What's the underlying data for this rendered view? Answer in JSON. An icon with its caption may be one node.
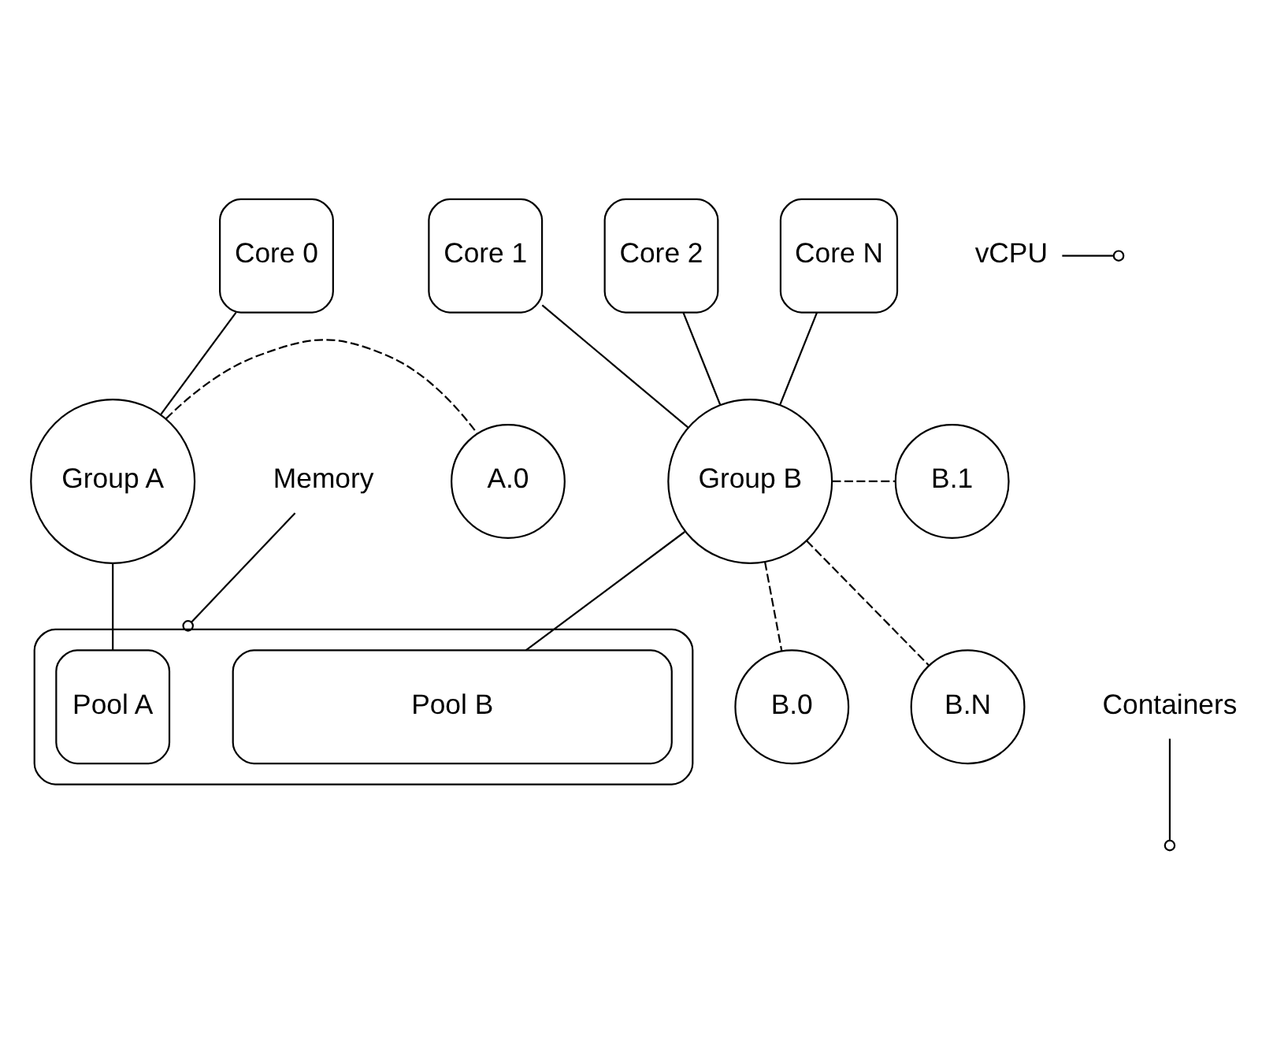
{
  "diagram": {
    "nodes": [
      {
        "text": [
          "Core 0"
        ]
      },
      {
        "text": [
          "Core 1"
        ]
      },
      {
        "text": [
          "Core 2"
        ]
      },
      {
        "text": [
          "Core N"
        ]
      },
      {
        "text": [
          "vCPU"
        ]
      },
      {
        "text": [
          "Group A"
        ]
      },
      {
        "text": [
          "A.0"
        ]
      },
      {
        "text": [
          "Group B"
        ]
      },
      {
        "text": [
          "B.1"
        ]
      },
      {
        "text": [
          "B.0"
        ]
      },
      {
        "text": [
          "B.N"
        ]
      },
      {
        "text": [
          "Containers"
        ]
      },
      {
        "text": [],
        "shape": "box"
      },
      {
        "text": [
          "Pool A"
        ],
        "in": 12
      },
      {
        "text": [
          "Pool B"
        ],
        "in": 12
      },
      {
        "text": [
          "Memory"
        ]
      }
    ],
    "edges": [
      {
        "from": 0,
        "to": 5,
        "arrow": "none"
      },
      {
        "from": 1,
        "to": 7,
        "arrow": "none"
      },
      {
        "from": 2,
        "to": 7,
        "arrow": "none"
      },
      {
        "from": 3,
        "to": 7,
        "arrow": "none"
      },
      {
        "from": 5,
        "to": 6,
        "arrow": "none",
        "style": "dashed"
      },
      {
        "from": 7,
        "to": 8,
        "arrow": "none",
        "style": "dashed"
      },
      {
        "from": 7,
        "to": 10,
        "arrow": "none",
        "style": "dashed"
      },
      {
        "from": 7,
        "to": 9,
        "arrow": "none",
        "style": "dashed"
      },
      {
        "from": 5,
        "to": 13,
        "arrow": "none"
      },
      {
        "from": 7,
        "to": 14,
        "arrow": "none"
      },
      {
        "from": 4,
        "to": null,
        "arrow": "other"
      },
      {
        "from": 11,
        "to": null,
        "arrow": "other"
      },
      {
        "from": 15,
        "to": 12,
        "arrow": "other"
      }
    ]
  }
}
